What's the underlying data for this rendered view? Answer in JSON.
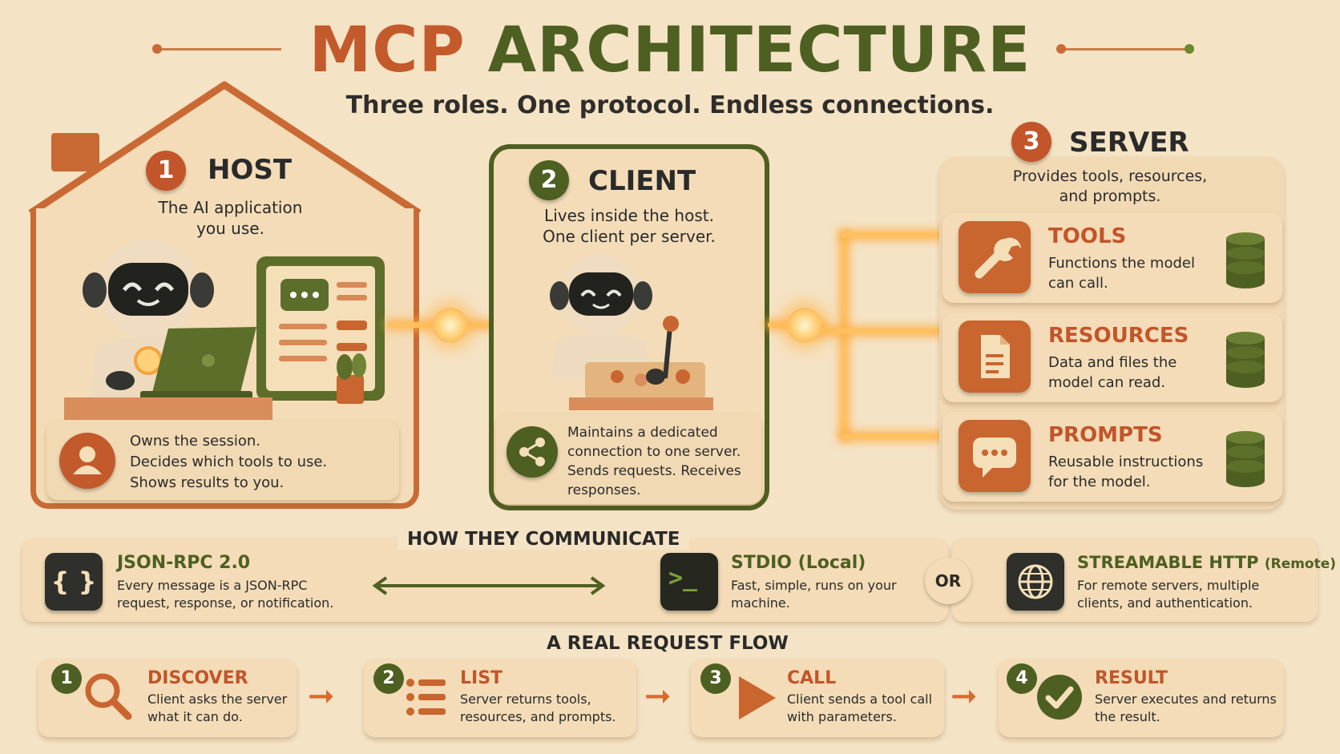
{
  "header": {
    "title_part1": "MCP",
    "title_part2": "ARCHITECTURE",
    "subtitle": "Three roles. One protocol. Endless connections."
  },
  "colors": {
    "orange": "#c2552a",
    "green": "#4e5f22",
    "background": "#f5e3c5",
    "glow": "#ffc061"
  },
  "host": {
    "number": "1",
    "title": "HOST",
    "desc_line1": "The AI application",
    "desc_line2": "you use.",
    "info_line1": "Owns the session.",
    "info_line2": "Decides which tools to use.",
    "info_line3": "Shows results to you.",
    "icon": "user-icon"
  },
  "client": {
    "number": "2",
    "title": "CLIENT",
    "desc_line1": "Lives inside the host.",
    "desc_line2": "One client per server.",
    "info_line1": "Maintains a dedicated",
    "info_line2": "connection to one server.",
    "info_line3": "Sends requests. Receives",
    "info_line4": "responses.",
    "icon": "share-icon"
  },
  "server": {
    "number": "3",
    "title": "SERVER",
    "desc_line1": "Provides tools, resources,",
    "desc_line2": "and prompts.",
    "items": [
      {
        "title": "TOOLS",
        "desc_line1": "Functions the model",
        "desc_line2": "can call.",
        "icon": "wrench-icon"
      },
      {
        "title": "RESOURCES",
        "desc_line1": "Data and files the",
        "desc_line2": "model can read.",
        "icon": "document-icon"
      },
      {
        "title": "PROMPTS",
        "desc_line1": "Reusable instructions",
        "desc_line2": "for the model.",
        "icon": "chat-bubble-icon"
      }
    ]
  },
  "communicate": {
    "heading": "HOW THEY COMMUNICATE",
    "jsonrpc": {
      "title": "JSON-RPC 2.0",
      "desc_line1": "Every message is a JSON-RPC",
      "desc_line2": "request, response, or notification.",
      "icon_glyph": "{ }"
    },
    "stdio": {
      "title": "STDIO (Local)",
      "desc_line1": "Fast, simple, runs on your",
      "desc_line2": "machine.",
      "icon_glyph": ">_"
    },
    "or_label": "OR",
    "http": {
      "title_main": "STREAMABLE HTTP",
      "title_note": "(Remote)",
      "desc_line1": "For remote servers, multiple",
      "desc_line2": "clients, and authentication."
    }
  },
  "flow": {
    "heading": "A REAL REQUEST FLOW",
    "steps": [
      {
        "number": "1",
        "title": "DISCOVER",
        "desc_line1": "Client asks the server",
        "desc_line2": "what it can do."
      },
      {
        "number": "2",
        "title": "LIST",
        "desc_line1": "Server returns tools,",
        "desc_line2": "resources, and prompts."
      },
      {
        "number": "3",
        "title": "CALL",
        "desc_line1": "Client sends a tool call",
        "desc_line2": "with parameters."
      },
      {
        "number": "4",
        "title": "RESULT",
        "desc_line1": "Server executes and returns",
        "desc_line2": "the result."
      }
    ],
    "arrow_glyph": "➞"
  }
}
